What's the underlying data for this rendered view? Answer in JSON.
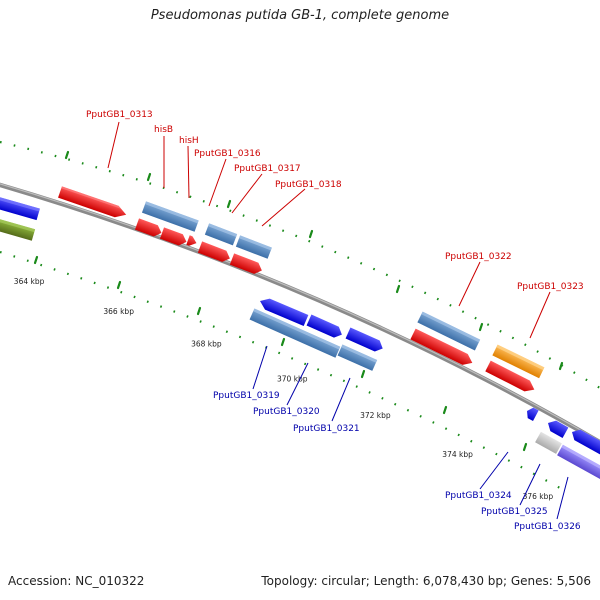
{
  "title": "Pseudomonas putida GB-1, complete genome",
  "footer": {
    "accession": "Accession: NC_010322",
    "summary": "Topology: circular; Length: 6,078,430 bp; Genes: 5,506"
  },
  "colors": {
    "backbone": "#8c8c8c",
    "tick": "#1a8a1a",
    "label_top": "#cc0000",
    "label_bottom": "#0000aa",
    "gene_blue": "#0000ee",
    "gene_steel": "#4f86c1",
    "gene_red": "#ee0000",
    "gene_orange": "#ff9900",
    "gene_green": "#6b8e23",
    "gene_grey": "#c8c8c8",
    "gene_purple": "#7b68ee"
  },
  "ticks": [
    {
      "label": "364 kbp",
      "t": 27
    },
    {
      "label": "366 kbp",
      "t": 112
    },
    {
      "label": "368 kbp",
      "t": 197
    },
    {
      "label": "370 kbp",
      "t": 282
    },
    {
      "label": "372 kbp",
      "t": 366
    },
    {
      "label": "374 kbp",
      "t": 451
    },
    {
      "label": "376 kbp",
      "t": 536
    }
  ],
  "gene_labels_top": [
    "PputGB1_0313",
    "hisB",
    "hisH",
    "PputGB1_0316",
    "PputGB1_0317",
    "PputGB1_0318",
    "PputGB1_0322",
    "PputGB1_0323"
  ],
  "gene_labels_bottom": [
    "PputGB1_0319",
    "PputGB1_0320",
    "PputGB1_0321",
    "PputGB1_0324",
    "PputGB1_0325",
    "PputGB1_0326"
  ]
}
